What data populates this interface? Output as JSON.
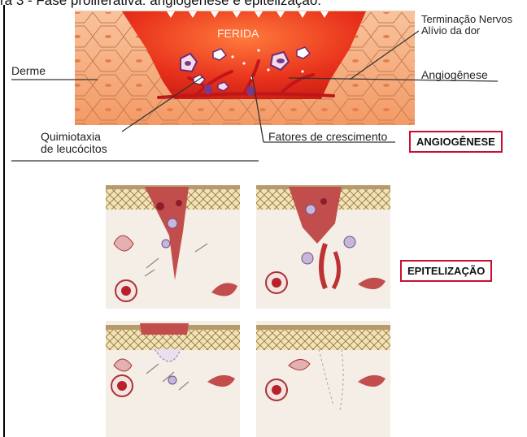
{
  "caption": "ra 3 - Fase proliferativa: angiogênese e epitelização.",
  "top_diagram": {
    "ferida": "FERIDA",
    "derme": "Derme",
    "terminacao_line1": "Terminação Nervos",
    "terminacao_line2": "Alívio da dor",
    "angiogenese": "Angiogênese",
    "quimiotaxia_line1": "Quimiotaxia",
    "quimiotaxia_line2": "de leucócitos",
    "fatores": "Fatores de crescimento"
  },
  "badges": {
    "angiogenese": "ANGIOGÊNESE",
    "epitelizacao": "EPITELIZAÇÃO"
  },
  "colors": {
    "wound": "#e8321c",
    "skin": "#f6b48a",
    "badge_border": "#c8102e"
  }
}
